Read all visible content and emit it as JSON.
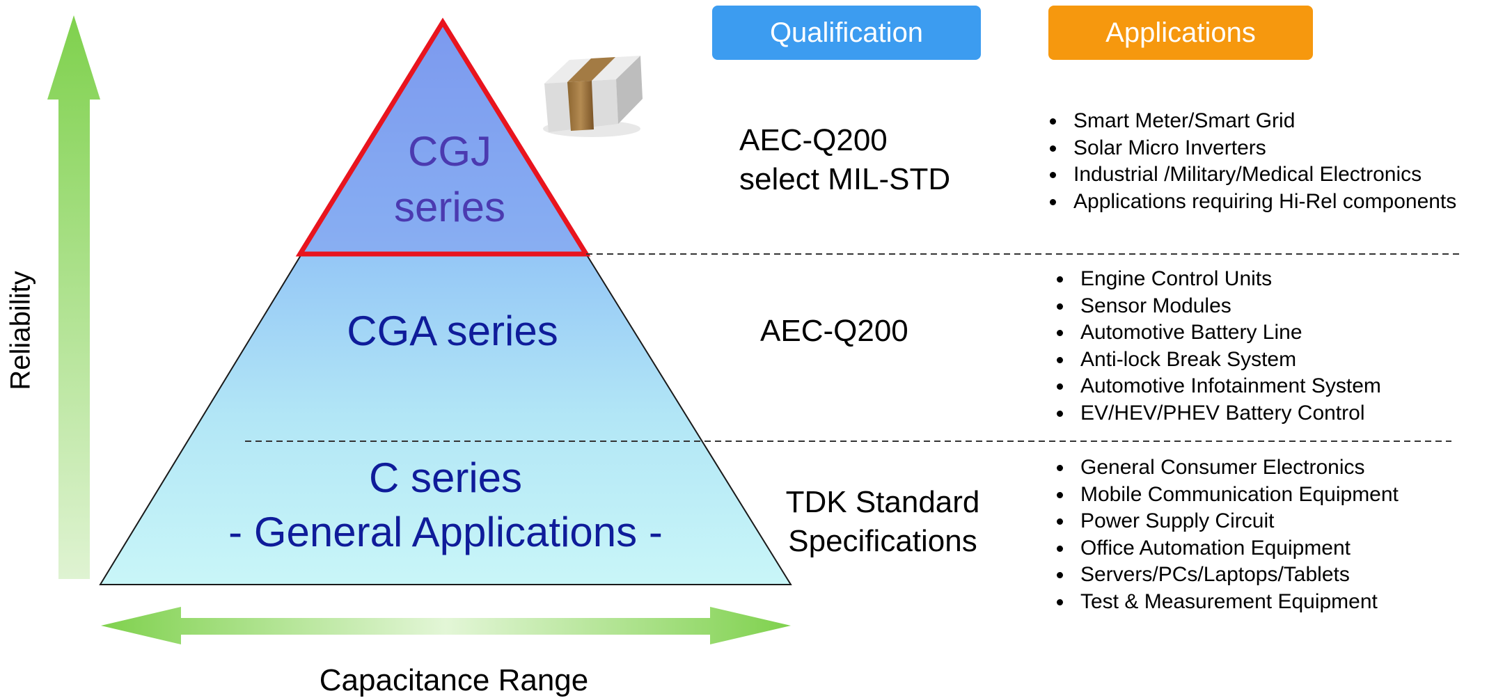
{
  "header": {
    "qualification_label": "Qualification",
    "applications_label": "Applications"
  },
  "axes": {
    "y_label": "Reliability",
    "x_label": "Capacitance Range"
  },
  "tiers": [
    {
      "name_line1": "CGJ",
      "name_line2": "series",
      "color": "#4b3ab0",
      "qualification": [
        "AEC-Q200",
        "select MIL-STD"
      ],
      "applications": [
        "Smart Meter/Smart Grid",
        "Solar Micro Inverters",
        "Industrial /Military/Medical Electronics",
        "Applications requiring Hi-Rel components"
      ]
    },
    {
      "name_line1": "CGA series",
      "color": "#0f1c9a",
      "qualification": [
        "AEC-Q200"
      ],
      "applications": [
        "Engine Control Units",
        "Sensor Modules",
        "Automotive Battery Line",
        "Anti-lock Break System",
        "Automotive Infotainment System",
        "EV/HEV/PHEV Battery Control"
      ]
    },
    {
      "name_line1": "C series",
      "name_line2": "- General Applications -",
      "color": "#0f1c9a",
      "qualification": [
        "TDK Standard",
        "Specifications"
      ],
      "applications": [
        "General Consumer Electronics",
        "Mobile  Communication Equipment",
        "Power Supply Circuit",
        "Office Automation Equipment",
        "Servers/PCs/Laptops/Tablets",
        "Test & Measurement Equipment"
      ]
    }
  ],
  "colors": {
    "qualification_button": "#3c9cf0",
    "applications_button": "#f6980e",
    "top_tier_outline": "#e8141e",
    "arrow_green": "#7fd14d"
  },
  "icons": {
    "capacitor": "capacitor-chip-icon"
  }
}
